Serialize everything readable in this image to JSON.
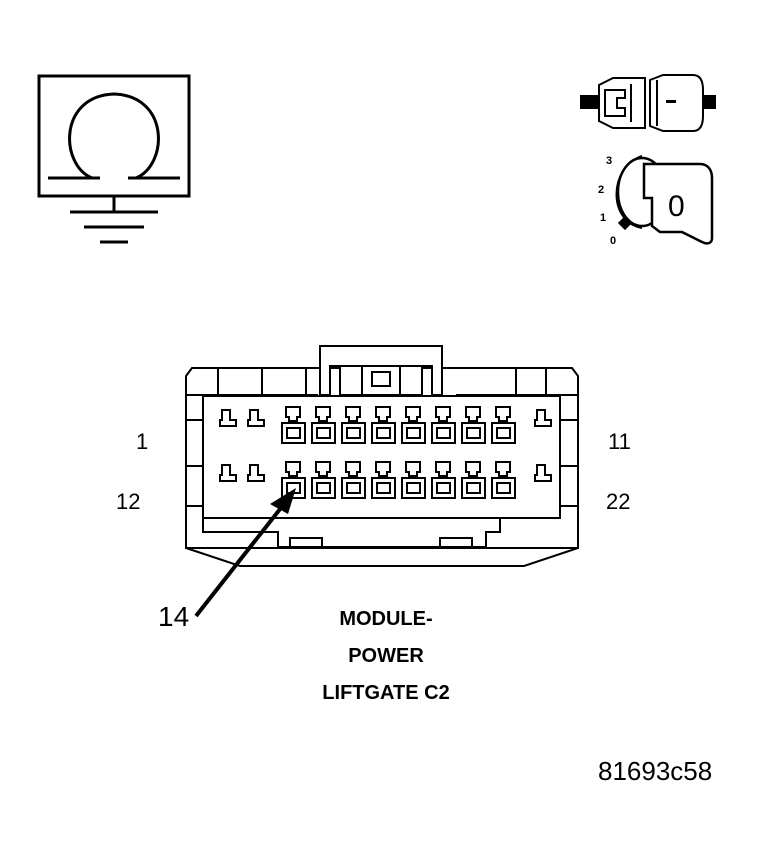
{
  "icons": {
    "ohmmeter": "ohm-ground-icon",
    "connector_plug": "connector-plug-icon",
    "ignition_key": "ignition-key-icon"
  },
  "ignition": {
    "positions": [
      "3",
      "2",
      "1",
      "0"
    ],
    "key_label": "0"
  },
  "connector": {
    "pin_labels": {
      "top_left": "1",
      "top_right": "11",
      "bottom_left": "12",
      "bottom_right": "22"
    },
    "callout": "14",
    "title_lines": [
      "MODULE-",
      "POWER",
      "LIFTGATE C2"
    ]
  },
  "figure_number": "81693c58"
}
